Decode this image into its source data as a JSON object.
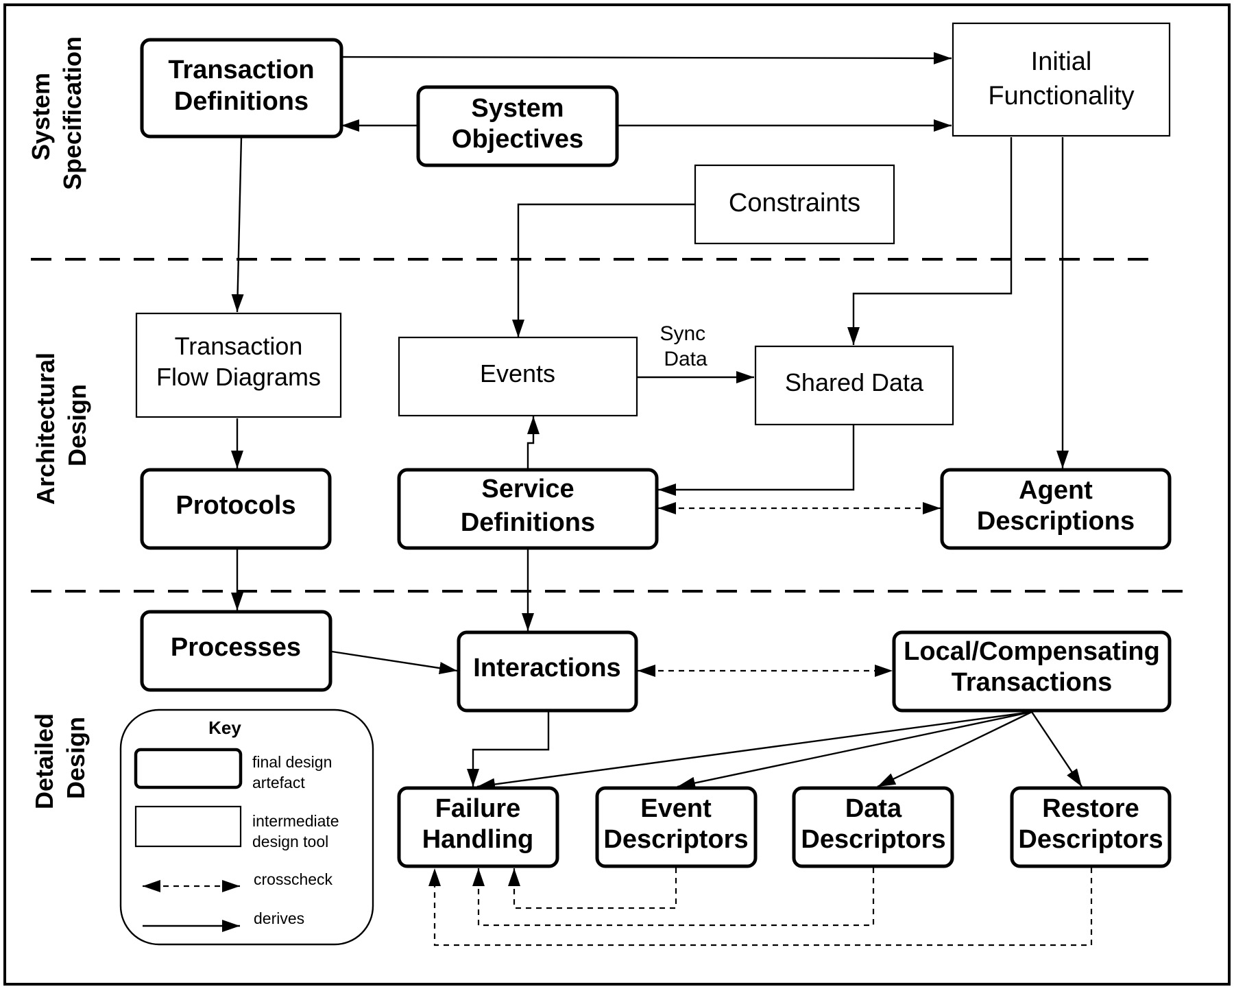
{
  "phases": {
    "system_specification": [
      "System",
      "Specification"
    ],
    "architectural_design": [
      "Architectural",
      "Design"
    ],
    "detailed_design": [
      "Detailed",
      "Design"
    ]
  },
  "nodes": {
    "transaction_definitions": [
      "Transaction",
      "Definitions"
    ],
    "system_objectives": [
      "System",
      "Objectives"
    ],
    "initial_functionality": [
      "Initial",
      "Functionality"
    ],
    "constraints": [
      "Constraints"
    ],
    "transaction_flow_diagrams": [
      "Transaction",
      "Flow Diagrams"
    ],
    "events": [
      "Events"
    ],
    "shared_data": [
      "Shared Data"
    ],
    "protocols": [
      "Protocols"
    ],
    "service_definitions": [
      "Service",
      "Definitions"
    ],
    "agent_descriptions": [
      "Agent",
      "Descriptions"
    ],
    "processes": [
      "Processes"
    ],
    "interactions": [
      "Interactions"
    ],
    "local_compensating_transactions": [
      "Local/Compensating",
      "Transactions"
    ],
    "failure_handling": [
      "Failure",
      "Handling"
    ],
    "event_descriptors": [
      "Event",
      "Descriptors"
    ],
    "data_descriptors": [
      "Data",
      "Descriptors"
    ],
    "restore_descriptors": [
      "Restore",
      "Descriptors"
    ]
  },
  "edge_labels": {
    "sync_data": [
      "Sync",
      "Data"
    ]
  },
  "key": {
    "title": "Key",
    "final": [
      "final design",
      "artefact"
    ],
    "intermediate": [
      "intermediate",
      "design tool"
    ],
    "crosscheck": "crosscheck",
    "derives": "derives"
  }
}
